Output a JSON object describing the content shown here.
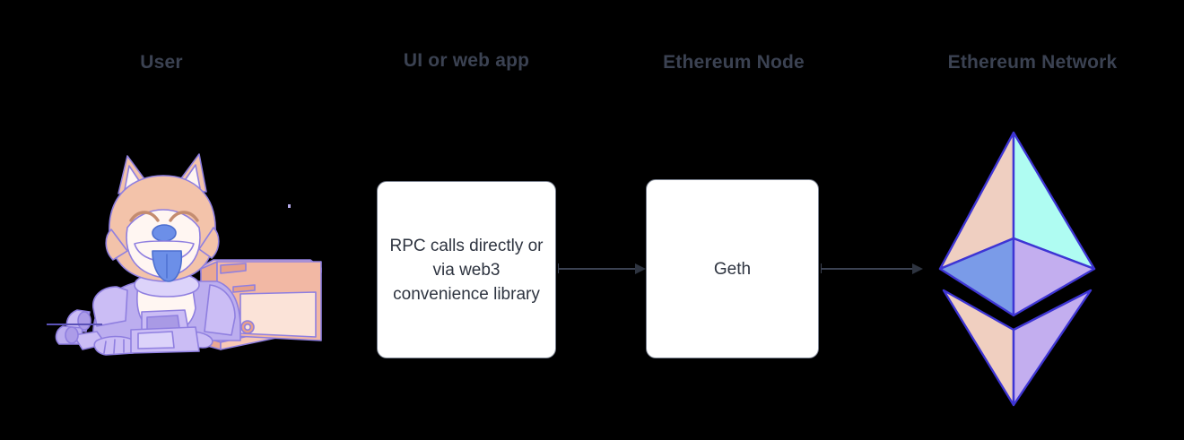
{
  "diagram": {
    "title_row": [
      {
        "id": "user",
        "label": "User"
      },
      {
        "id": "ui",
        "label": "UI or web app"
      },
      {
        "id": "node",
        "label": "Ethereum Node"
      },
      {
        "id": "network",
        "label": "Ethereum Network"
      }
    ],
    "boxes": [
      {
        "id": "ui-box",
        "label": "RPC calls directly or via web3 convenience library"
      },
      {
        "id": "geth-box",
        "label": "Geth"
      }
    ],
    "connectors": [
      {
        "id": "arrow-ui-to-node",
        "from": "ui-box",
        "to": "geth-box",
        "style": "solid-arrow"
      },
      {
        "id": "arrow-node-to-network",
        "from": "geth-box",
        "to": "eth-logo",
        "style": "solid-arrow"
      }
    ],
    "graphics": [
      {
        "id": "user-illustration",
        "name": "shiba-inu-at-computer-illustration"
      },
      {
        "id": "eth-logo",
        "name": "ethereum-diamond-logo"
      }
    ],
    "colors": {
      "background": "#000000",
      "title_text": "#3b4252",
      "box_fill": "#ffffff",
      "box_border": "#7a8190",
      "box_text": "#2e3440",
      "arrow": "#2e3440",
      "eth_top_left": "#EFCFC1",
      "eth_top_right": "#AFFCF2",
      "eth_mid_left": "#7A9BE8",
      "eth_mid_right": "#C3AEEF",
      "eth_bottom_left": "#F0CFC0",
      "eth_bottom_right": "#C3AEEF",
      "eth_outline": "#3E35D4",
      "dog_fur": "#F3C3AA",
      "dog_white": "#FFF6F2",
      "dog_suit": "#BCAEEF",
      "dog_accent": "#6C8FE8",
      "computer_body": "#F2B8A4",
      "computer_light": "#FBE3D8"
    }
  }
}
